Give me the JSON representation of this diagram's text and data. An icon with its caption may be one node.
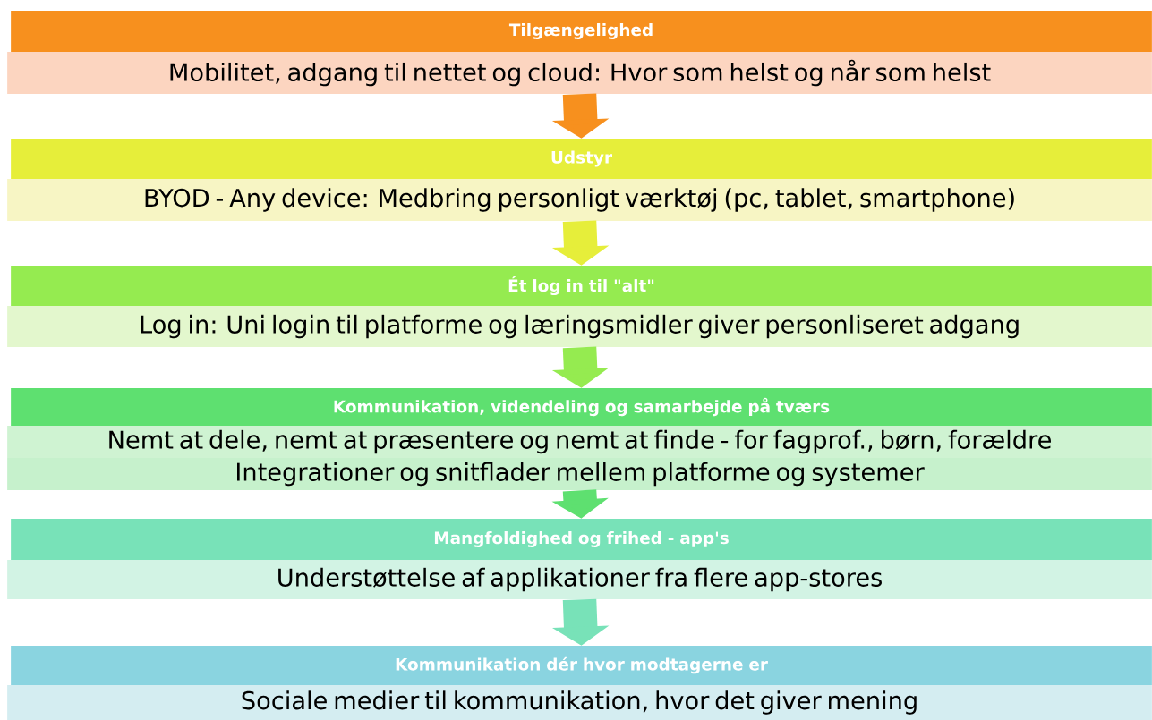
{
  "diagram": {
    "nodes": [
      {
        "text": [
          "Tilgængelighed"
        ]
      },
      {
        "text": [
          "Mobilitet, adgang til nettet og cloud: Hvor som helst og når som helst"
        ]
      },
      {
        "text": [
          "Udstyr"
        ]
      },
      {
        "text": [
          "BYOD - Any device: Medbring personligt værktøj (pc, tablet, smartphone)"
        ]
      },
      {
        "text": [
          "Ét log in til \"alt\""
        ]
      },
      {
        "text": [
          "Log in: Uni login til platforme og læringsmidler giver personliseret adgang"
        ]
      },
      {
        "text": [
          "Kommunikation, videndeling og samarbejde på tværs"
        ]
      },
      {
        "text": [
          "Nemt at dele, nemt at præsentere og nemt at finde - for fagprof., børn, forældre"
        ]
      },
      {
        "text": [
          "Integrationer og snitflader mellem platforme og systemer"
        ]
      },
      {
        "text": [
          "Mangfoldighed og frihed - app's"
        ]
      },
      {
        "text": [
          "Understøttelse af applikationer fra flere app-stores"
        ]
      },
      {
        "text": [
          "Kommunikation dér hvor modtagerne er"
        ]
      },
      {
        "text": [
          "Sociale medier til kommunikation, hvor det giver mening"
        ]
      }
    ],
    "edges": [
      {
        "from": 1,
        "to": 2,
        "arrow": "to",
        "color": "#f7901e"
      },
      {
        "from": 3,
        "to": 4,
        "arrow": "to",
        "color": "#e6ee3a"
      },
      {
        "from": 5,
        "to": 6,
        "arrow": "to",
        "color": "#95eb50"
      },
      {
        "from": 8,
        "to": 9,
        "arrow": "to",
        "color": "#5ee070"
      },
      {
        "from": 10,
        "to": 11,
        "arrow": "to",
        "color": "#78e2b8"
      }
    ]
  }
}
